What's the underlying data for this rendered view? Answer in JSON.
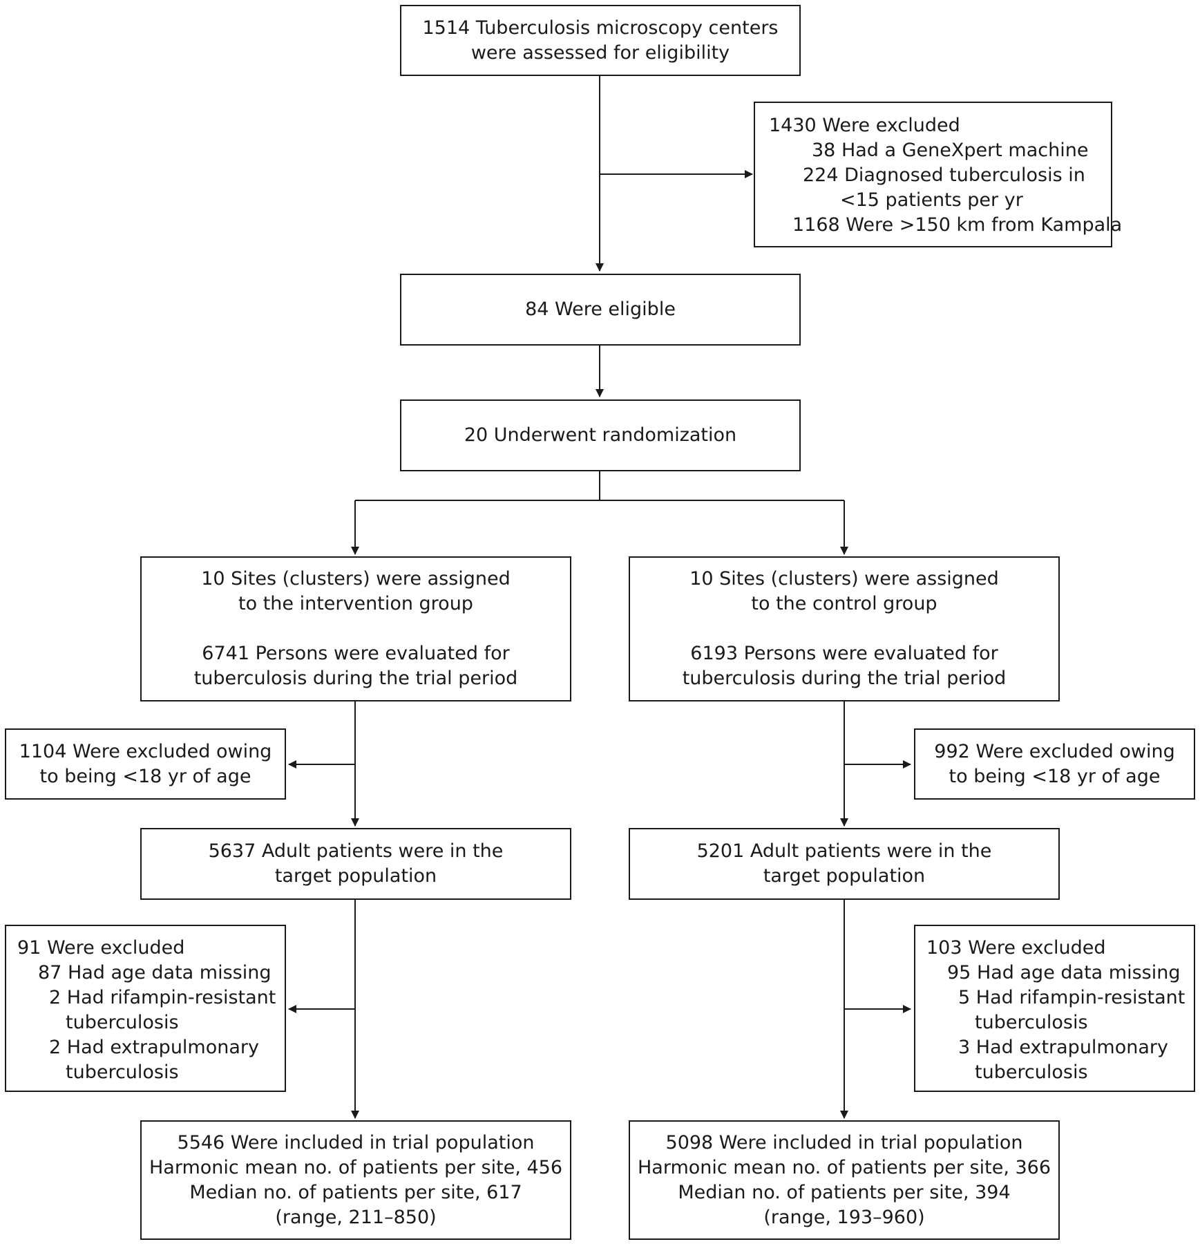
{
  "assessed": {
    "lines": [
      "1514 Tuberculosis microscopy centers",
      "were assessed for eligibility"
    ]
  },
  "excluded_centers": {
    "header": "1430 Were excluded",
    "items": [
      {
        "lines": [
          "38 Had a GeneXpert machine"
        ]
      },
      {
        "lines": [
          "224 Diagnosed tuberculosis in",
          "<15 patients per yr"
        ]
      },
      {
        "lines": [
          "1168 Were >150 km from Kampala"
        ]
      }
    ]
  },
  "eligible": {
    "lines": [
      "84 Were eligible"
    ]
  },
  "randomized": {
    "lines": [
      "20 Underwent randomization"
    ]
  },
  "intervention": {
    "assigned": {
      "lines": [
        "10 Sites (clusters) were assigned",
        "to the intervention group"
      ],
      "lines2": [
        "6741 Persons were evaluated for",
        "tuberculosis during the trial period"
      ]
    },
    "age_excluded": {
      "lines": [
        "1104 Were excluded owing",
        "to being <18 yr of age"
      ]
    },
    "target": {
      "lines": [
        "5637 Adult patients were in the",
        "target population"
      ]
    },
    "excluded": {
      "header": "91 Were excluded",
      "items": [
        {
          "lines": [
            "87 Had age data missing"
          ]
        },
        {
          "lines": [
            "2 Had rifampin-resistant",
            "tuberculosis"
          ]
        },
        {
          "lines": [
            "2 Had extrapulmonary",
            "tuberculosis"
          ]
        }
      ]
    },
    "included": {
      "lines": [
        "5546 Were included in trial population",
        "Harmonic mean no. of patients per site, 456",
        "Median no. of patients per site, 617",
        "(range, 211–850)"
      ]
    }
  },
  "control": {
    "assigned": {
      "lines": [
        "10 Sites (clusters) were assigned",
        "to the control group"
      ],
      "lines2": [
        "6193 Persons were evaluated for",
        "tuberculosis during the trial period"
      ]
    },
    "age_excluded": {
      "lines": [
        "992 Were excluded owing",
        "to being <18 yr of age"
      ]
    },
    "target": {
      "lines": [
        "5201 Adult patients were in the",
        "target population"
      ]
    },
    "excluded": {
      "header": "103 Were excluded",
      "items": [
        {
          "lines": [
            "95 Had age data missing"
          ]
        },
        {
          "lines": [
            "5 Had rifampin-resistant",
            "tuberculosis"
          ]
        },
        {
          "lines": [
            "3 Had extrapulmonary",
            "tuberculosis"
          ]
        }
      ]
    },
    "included": {
      "lines": [
        "5098 Were included in trial population",
        "Harmonic mean no. of patients per site, 366",
        "Median no. of patients per site, 394",
        "(range, 193–960)"
      ]
    }
  }
}
